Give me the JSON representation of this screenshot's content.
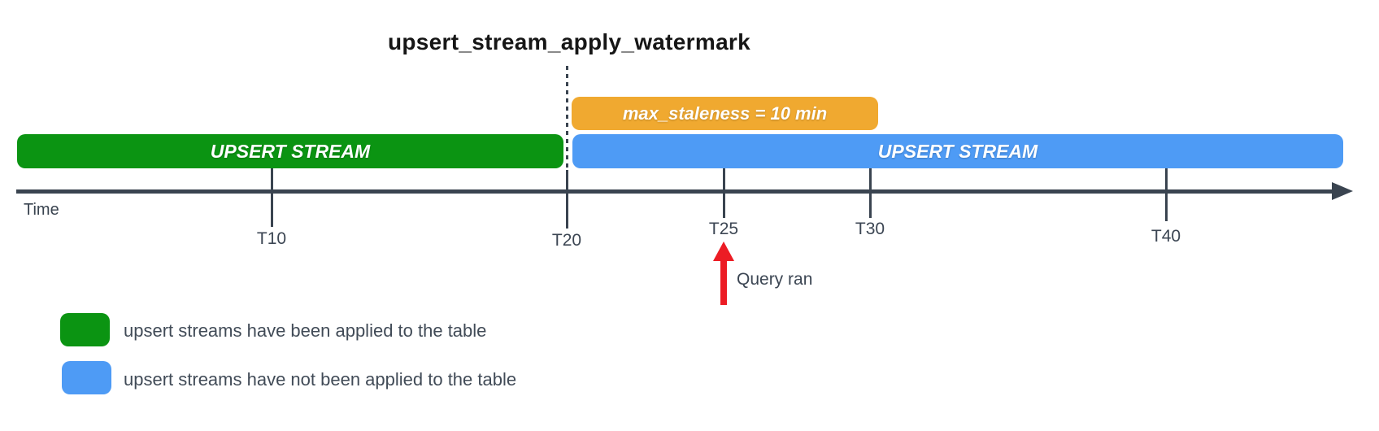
{
  "title": "upsert_stream_apply_watermark",
  "colors": {
    "green": "#0b9412",
    "blue": "#4e9bf5",
    "orange": "#f0a930",
    "red": "#ec1c24",
    "axis": "#3a4450",
    "text": "#3c4653"
  },
  "watermark_line": {
    "at_tick": "T20",
    "style": "dashed-vertical"
  },
  "bars": {
    "staleness": {
      "label": "max_staleness = 10 min",
      "from": "T20",
      "to": "T30"
    },
    "applied_stream": {
      "label": "UPSERT STREAM",
      "from": "start",
      "to": "T20"
    },
    "unapplied_stream": {
      "label": "UPSERT STREAM",
      "from": "T20",
      "to": "end"
    }
  },
  "timeline": {
    "axis_label": "Time",
    "ticks": [
      {
        "label": "T10"
      },
      {
        "label": "T20"
      },
      {
        "label": "T25"
      },
      {
        "label": "T30"
      },
      {
        "label": "T40"
      }
    ]
  },
  "annotations": {
    "query_ran": {
      "label": "Query ran",
      "at_tick": "T25",
      "marker": "red-up-arrow"
    }
  },
  "legend": {
    "items": [
      {
        "color": "green",
        "label": "upsert streams have been applied to the table"
      },
      {
        "color": "blue",
        "label": "upsert streams have not been applied to the table"
      }
    ]
  }
}
